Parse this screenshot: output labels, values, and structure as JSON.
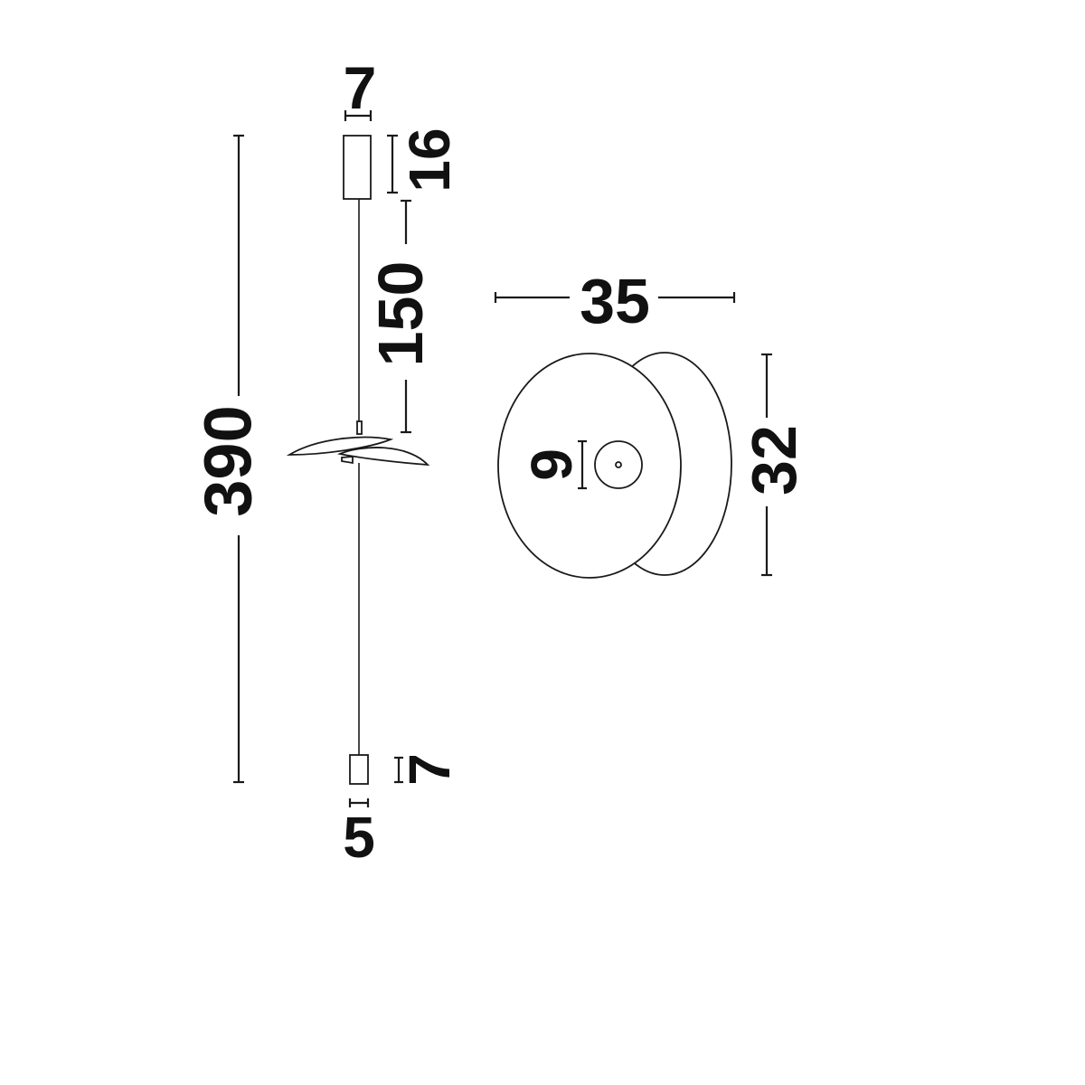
{
  "dimensions": {
    "canopy_width": "7",
    "canopy_height": "16",
    "cable_length": "150",
    "total_height": "390",
    "weight_height": "7",
    "weight_width": "5",
    "shade_width": "35",
    "shade_height": "32",
    "center_disc": "9"
  }
}
